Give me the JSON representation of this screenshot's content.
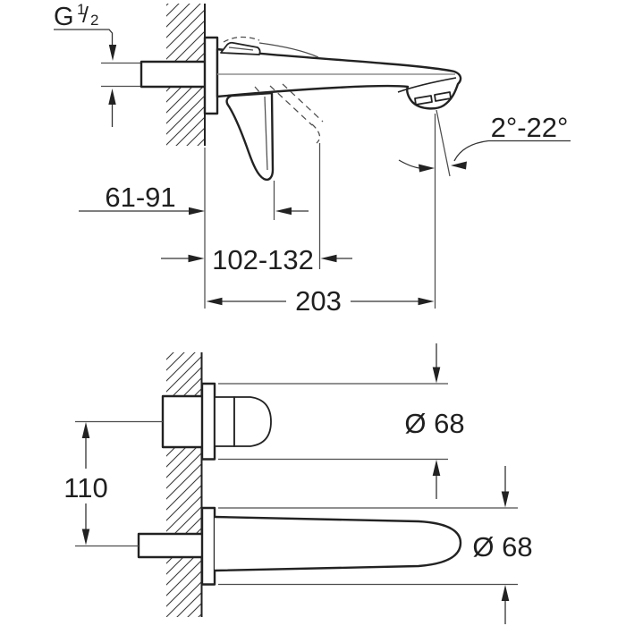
{
  "drawing": {
    "type": "technical-installation-diagram",
    "colors": {
      "line": "#222222",
      "background": "#ffffff",
      "centerline": "#8f8f8f"
    },
    "thread": {
      "g": "G",
      "numerator": "1",
      "slash": "/",
      "denominator": "2"
    },
    "dimensions": {
      "projection_range": "61-91",
      "lever_reach_range": "102-132",
      "spout_reach": "203",
      "angle_range": "2°-22°",
      "vertical_center_distance": "110",
      "top_escutcheon_diameter": "Ø 68",
      "bottom_escutcheon_diameter": "Ø 68"
    }
  }
}
